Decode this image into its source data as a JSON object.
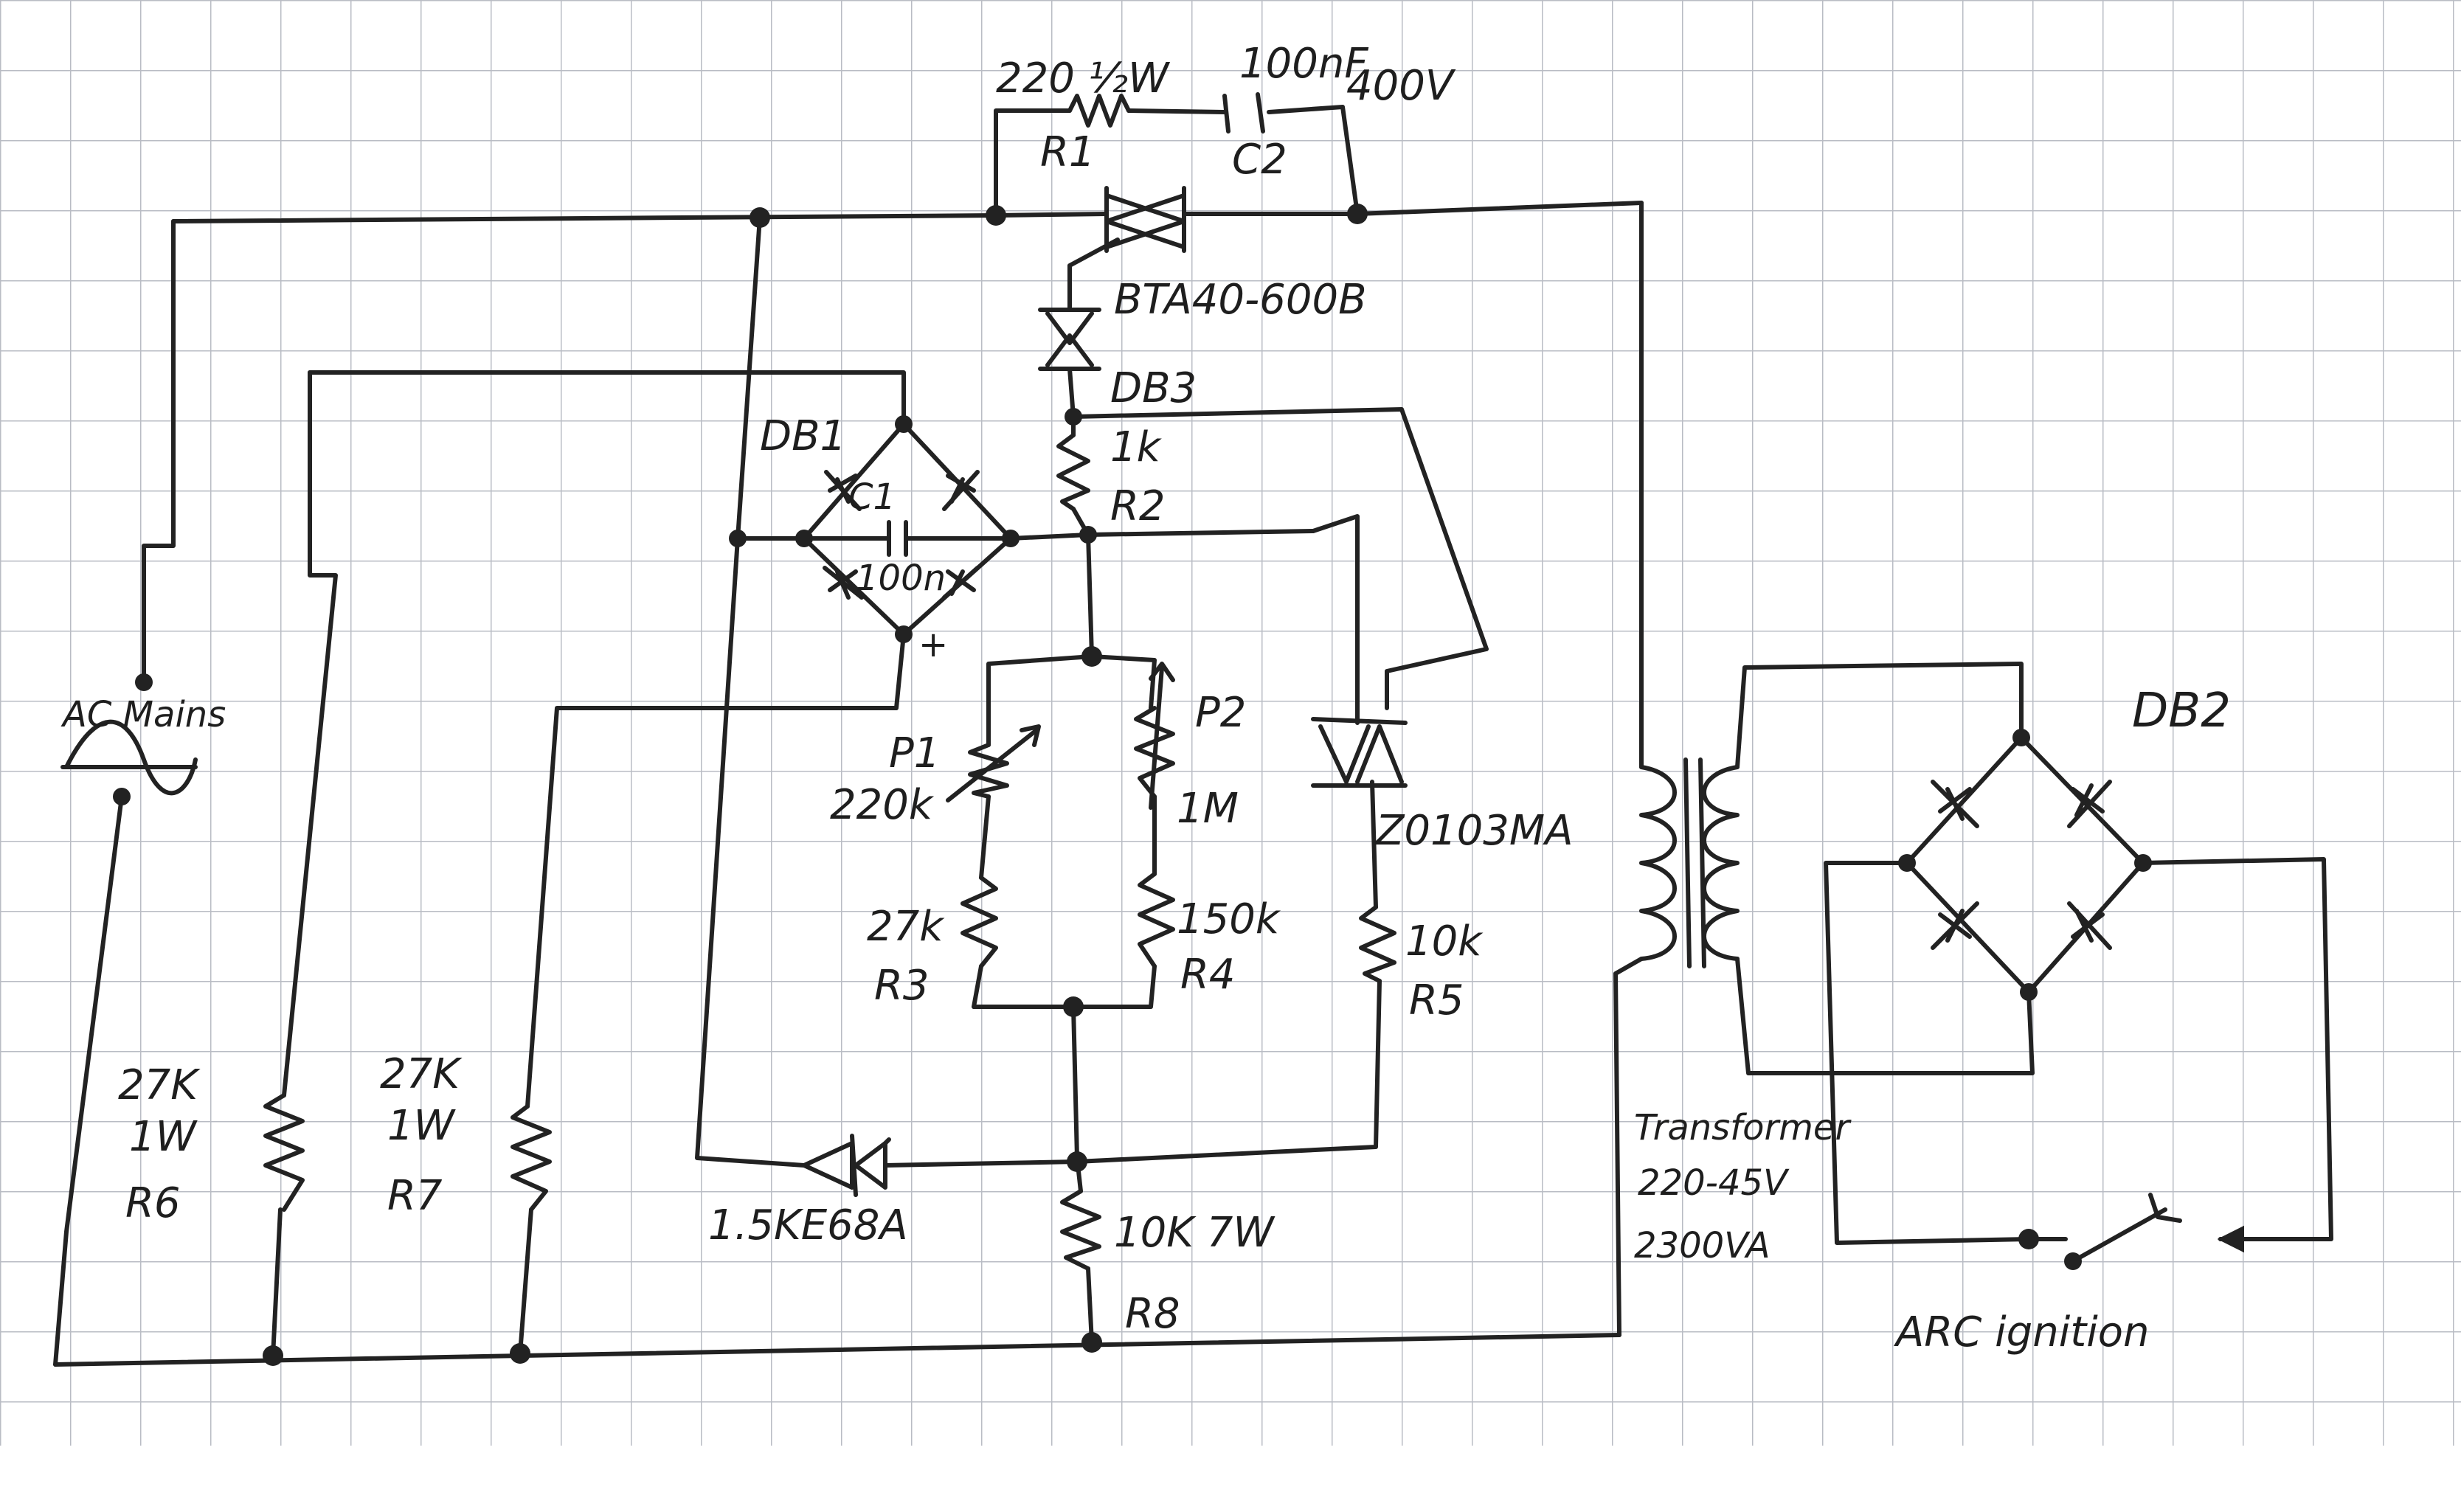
{
  "labels": {
    "r1_value": "220 ½W",
    "r1_name": "R1",
    "c2_value": "100nF",
    "c2_voltage": "400V",
    "c2_name": "C2",
    "triac_main": "BTA40-600B",
    "diac": "DB3",
    "r2_value": "1k",
    "r2_name": "R2",
    "db1": "DB1",
    "c1_name": "C1",
    "c1_value": "100n",
    "c1_polarity": "+",
    "p1_name": "P1",
    "p1_value": "220k",
    "p2_name": "P2",
    "p2_value": "1M",
    "triac_small": "Z0103MA",
    "r3_value": "27k",
    "r3_name": "R3",
    "r4_value": "150k",
    "r4_name": "R4",
    "r5_value": "10k",
    "r5_name": "R5",
    "ac_mains": "AC Mains",
    "r6_value": "27K",
    "r6_power": "1W",
    "r6_name": "R6",
    "r7_value": "27K",
    "r7_power": "1W",
    "r7_name": "R7",
    "tvs": "1.5KE68A",
    "r8_value": "10K 7W",
    "r8_name": "R8",
    "transformer_name": "Transformer",
    "transformer_ratio": "220-45V",
    "transformer_power": "2300VA",
    "db2": "DB2",
    "arc": "ARC ignition"
  },
  "colors": {
    "paper": "#ffffff",
    "grid": "#b9bcc4",
    "ink": "#222222"
  }
}
